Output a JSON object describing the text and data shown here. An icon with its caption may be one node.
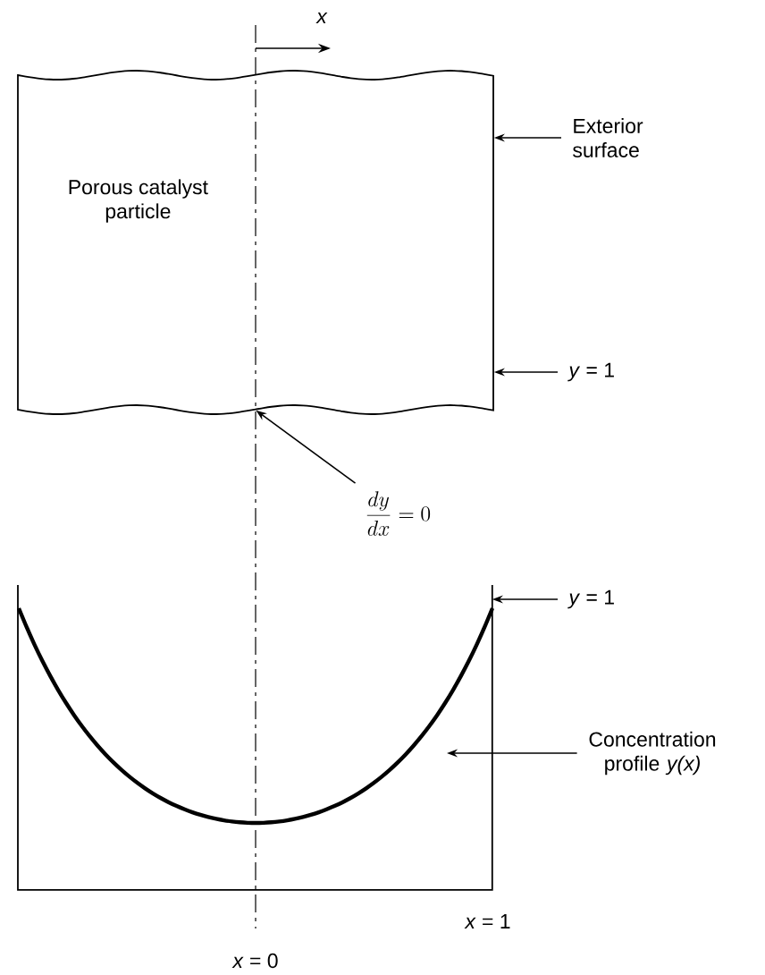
{
  "diagram": {
    "nodes": [
      {
        "text": [
          "Porous catalyst particle"
        ]
      },
      {
        "text": [
          "Exterior surface"
        ]
      },
      {
        "text": [
          "*y* = 1"
        ]
      },
      {
        "text": [
          "\\frac{dy}{dx} = 0"
        ]
      },
      {
        "text": [],
        "shape": "box"
      },
      {
        "text": [
          "*y* = 1"
        ]
      },
      {
        "text": [
          "Concentration profile *y(x)*"
        ]
      }
    ],
    "edges": [
      {
        "from": 1,
        "to": 0,
        "arrow": "to"
      },
      {
        "from": 2,
        "to": 0,
        "arrow": "to"
      },
      {
        "from": 3,
        "to": 0,
        "arrow": "to"
      },
      {
        "from": 5,
        "to": 4,
        "arrow": "to"
      },
      {
        "from": 6,
        "to": 4,
        "arrow": "to"
      }
    ],
    "labels": [
      "x",
      "*x* = 0",
      "*x* = 1"
    ]
  }
}
